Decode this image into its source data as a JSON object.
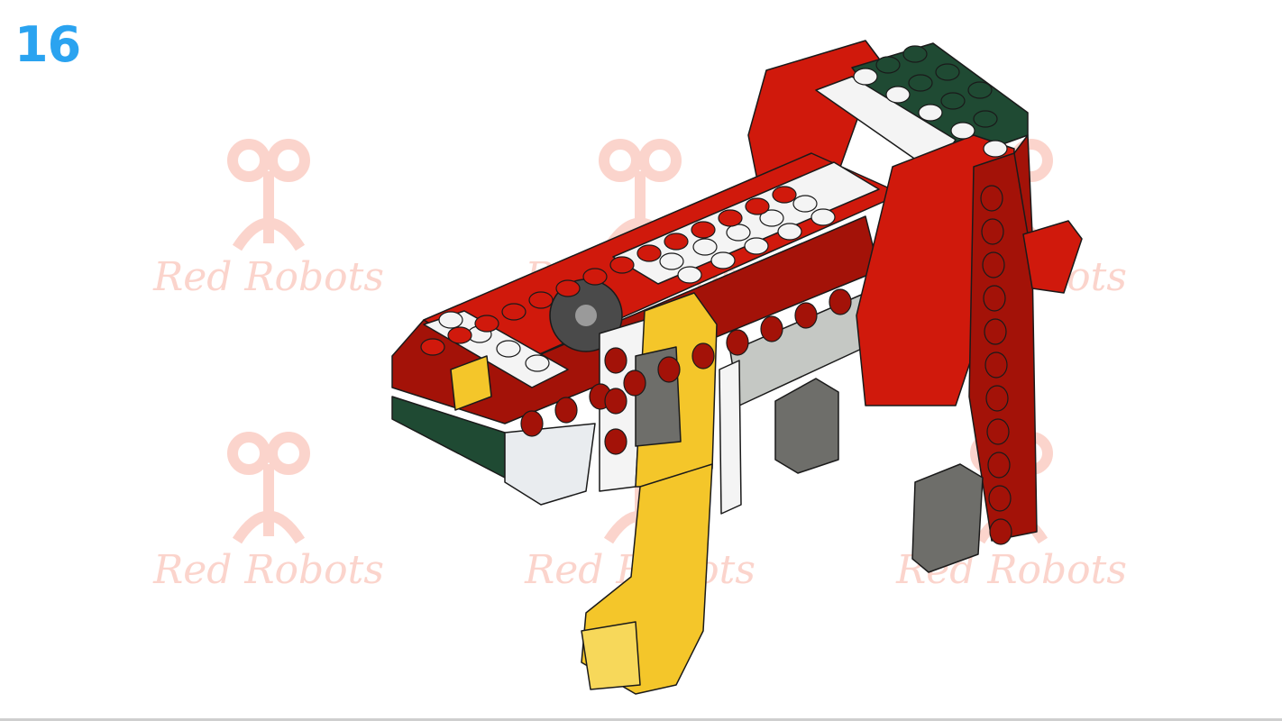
{
  "step": {
    "number": "16",
    "color": "#2aa3f0"
  },
  "watermark": {
    "text": "Red Robots",
    "color": "#fbd4cc",
    "icon": "robot-key-icon"
  },
  "model": {
    "description_icon": "lego-animal-model",
    "colors": {
      "red": "#d0190c",
      "red_dark": "#a31208",
      "red_light": "#e8402a",
      "dark_green": "#1f4a33",
      "white": "#f4f4f4",
      "yellow": "#f4c62a",
      "gray": "#6e6e6a",
      "light_gray": "#c5c8c4"
    }
  }
}
